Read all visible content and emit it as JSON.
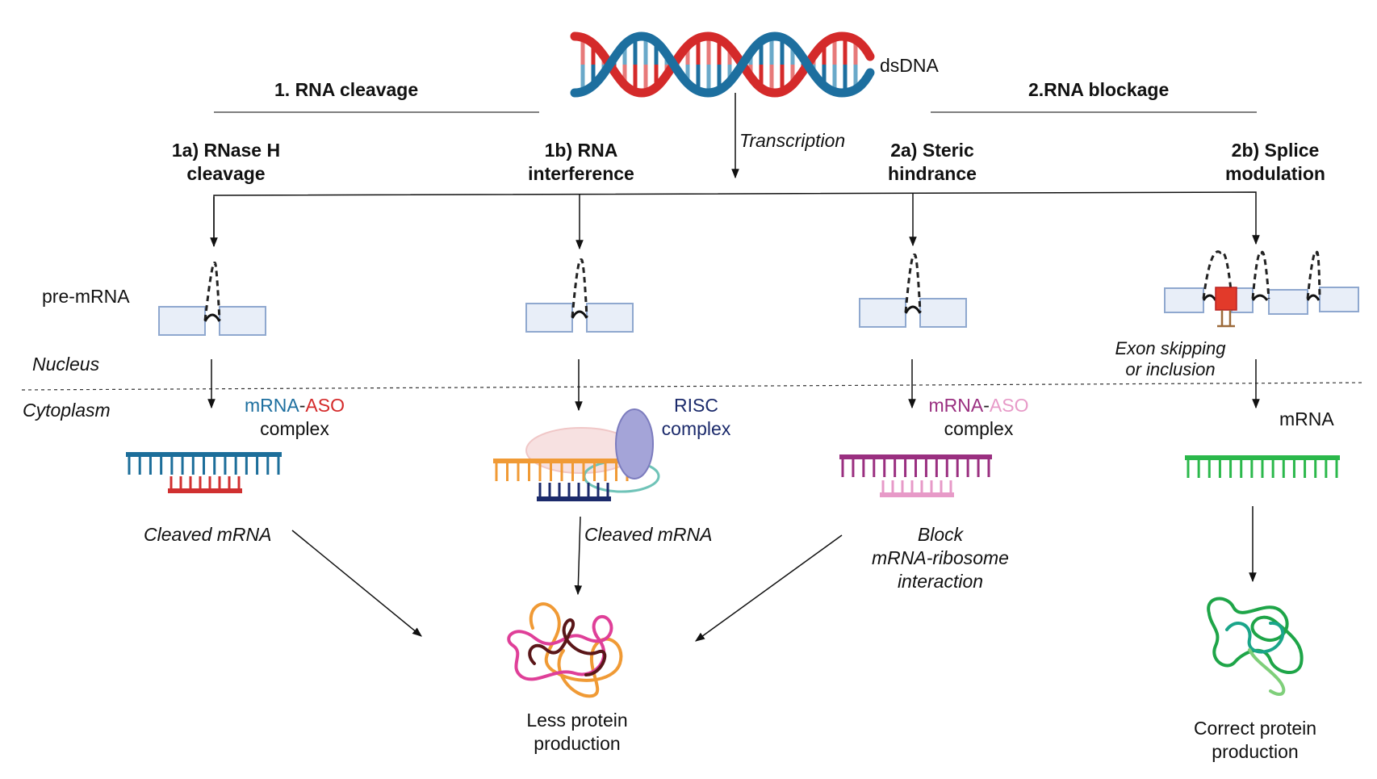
{
  "header": {
    "dsdna": "dsDNA",
    "section1": "1. RNA cleavage",
    "section2": "2.RNA blockage",
    "transcription": "Transcription"
  },
  "branches": [
    {
      "title_line1": "1a) RNase H",
      "title_line2": "cleavage"
    },
    {
      "title_line1": "1b) RNA",
      "title_line2": "interference"
    },
    {
      "title_line1": "2a) Steric",
      "title_line2": "hindrance"
    },
    {
      "title_line1": "2b) Splice",
      "title_line2": "modulation"
    }
  ],
  "labels": {
    "pre_mrna": "pre-mRNA",
    "nucleus": "Nucleus",
    "cytoplasm": "Cytoplasm",
    "exon_skip_line1": "Exon skipping",
    "exon_skip_line2": "or inclusion",
    "complex_a_mrna": "mRNA",
    "complex_a_dash": "-",
    "complex_a_aso": "ASO",
    "complex_a_word": "complex",
    "risc_line1": "RISC",
    "risc_line2": "complex",
    "complex_c_mrna": "mRNA",
    "complex_c_dash": "-",
    "complex_c_aso": "ASO",
    "complex_c_word": "complex",
    "mrna_d": "mRNA",
    "cleaved_a": "Cleaved mRNA",
    "cleaved_b": "Cleaved mRNA",
    "block_line1": "Block",
    "block_line2": "mRNA-ribosome",
    "block_line3": "interaction",
    "less_line1": "Less protein",
    "less_line2": "production",
    "correct_line1": "Correct protein",
    "correct_line2": "production"
  },
  "colors": {
    "dna_red": "#d42a2a",
    "dna_blue": "#1d6f9f",
    "exon_fill": "#e8eef8",
    "exon_stroke": "#8fa8cf",
    "strand_blue": "#1c6e9a",
    "aso_red": "#d03030",
    "strand_orange": "#f09a35",
    "risc_navy": "#1b2a6b",
    "strand_purple": "#9a2f80",
    "aso_pink": "#e79ac8",
    "strand_green": "#2bb84b",
    "red_block": "#e23a2a"
  }
}
